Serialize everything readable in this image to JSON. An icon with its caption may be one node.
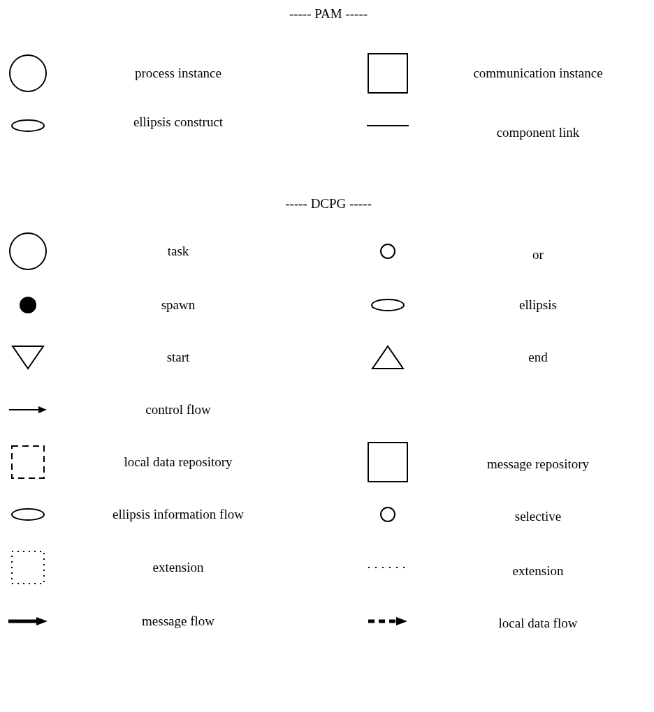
{
  "diagram": {
    "labels": [
      "----- PAM -----",
      "----- DCPG -----"
    ],
    "legend": [
      {
        "text": "process instance"
      },
      {
        "text": "communication instance"
      },
      {
        "text": "ellipsis construct"
      },
      {
        "text": "component link"
      },
      {
        "text": "task"
      },
      {
        "text": "or"
      },
      {
        "text": "spawn"
      },
      {
        "text": "ellipsis"
      },
      {
        "text": "start"
      },
      {
        "text": "end"
      },
      {
        "text": "control flow"
      },
      {
        "text": "local data repository"
      },
      {
        "text": "message repository"
      },
      {
        "text": "ellipsis information flow"
      },
      {
        "text": "selective"
      },
      {
        "text": "extension"
      },
      {
        "text": "extension"
      },
      {
        "text": "message flow"
      },
      {
        "text": "local data flow"
      }
    ]
  }
}
